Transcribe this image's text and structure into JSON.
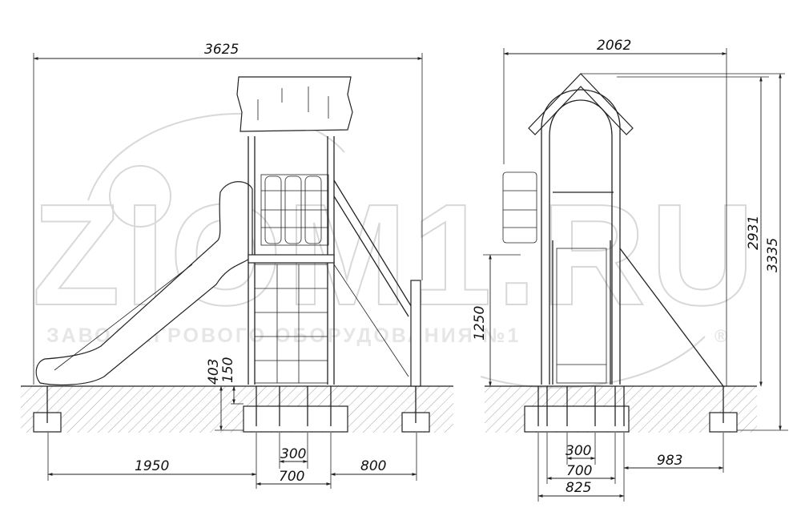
{
  "watermark": {
    "brand": "ZIOM1.RU",
    "tagline": "ЗАВОД ИГРОВОГО ОБОРУДОВАНИЯ №1",
    "registered_mark": "®"
  },
  "front_view": {
    "overall_width": "3625",
    "height_a": "403",
    "height_b": "150",
    "left_offset": "1950",
    "base_width": "700",
    "post_spacing": "300",
    "right_offset": "800"
  },
  "side_view": {
    "overall_width": "2062",
    "platform_height": "1250",
    "total_height_a": "2931",
    "total_height_b": "3335",
    "post_spacing": "300",
    "base_width": "700",
    "outer_width": "825",
    "right_offset": "983"
  }
}
